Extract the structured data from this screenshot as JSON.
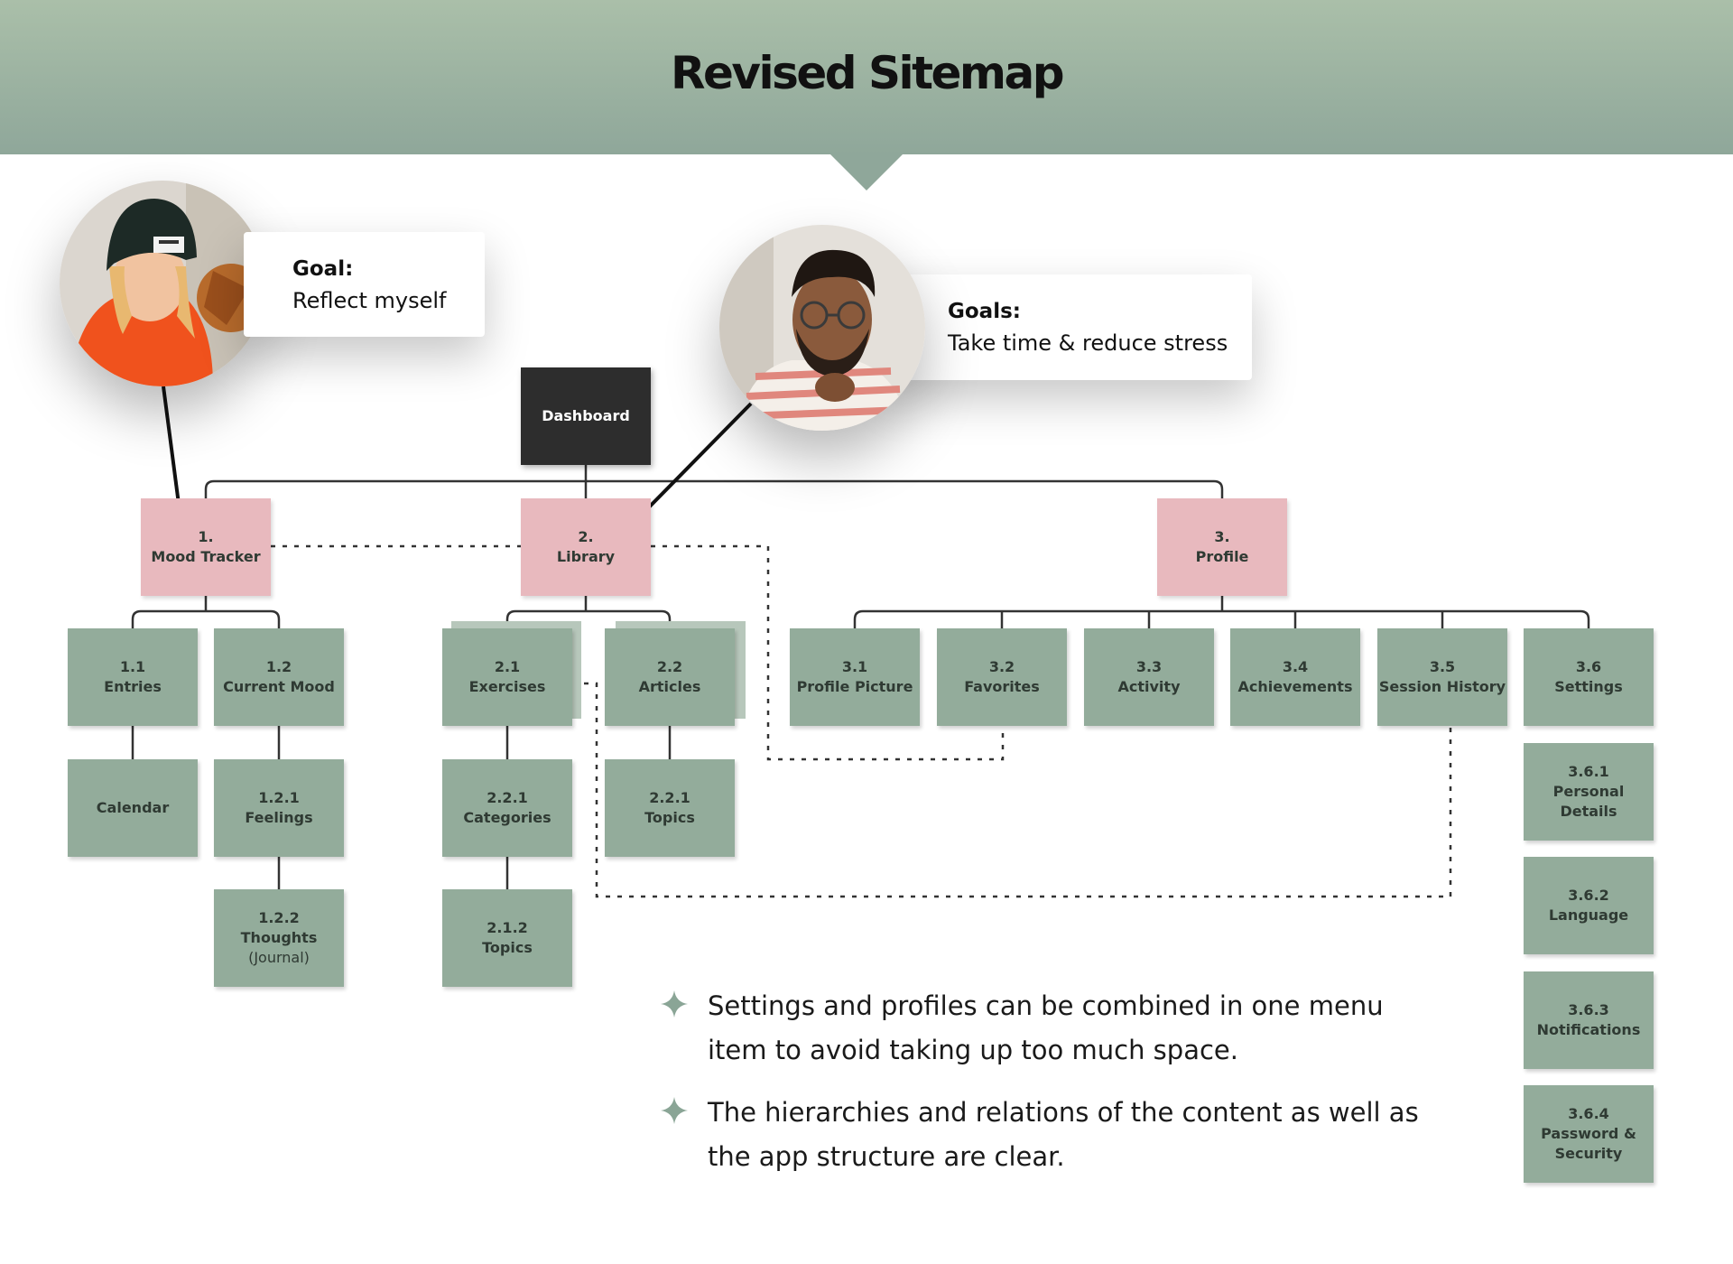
{
  "title": "Revised Sitemap",
  "colors": {
    "header": "#9cb2a0",
    "node_green": "#93ac9b",
    "node_pink": "#e8b9be",
    "node_dark": "#2d2d2d"
  },
  "personas": [
    {
      "goal_label": "Goal:",
      "goal_text": "Reflect myself"
    },
    {
      "goal_label": "Goals:",
      "goal_text": "Take time & reduce stress"
    }
  ],
  "sitemap": {
    "root": {
      "label": "Dashboard"
    },
    "mood_tracker": {
      "number": "1.",
      "label": "Mood Tracker",
      "entries": {
        "number": "1.1",
        "label": "Entries"
      },
      "calendar": {
        "label": "Calendar"
      },
      "current_mood": {
        "number": "1.2",
        "label": "Current Mood"
      },
      "feelings": {
        "number": "1.2.1",
        "label": "Feelings"
      },
      "thoughts": {
        "number": "1.2.2",
        "label": "Thoughts",
        "sublabel": "(Journal)"
      }
    },
    "library": {
      "number": "2.",
      "label": "Library",
      "exercises": {
        "number": "2.1",
        "label": "Exercises"
      },
      "exercise_categories": {
        "number": "2.2.1",
        "label": "Categories"
      },
      "exercise_topics": {
        "number": "2.1.2",
        "label": "Topics"
      },
      "articles": {
        "number": "2.2",
        "label": "Articles"
      },
      "article_topics": {
        "number": "2.2.1",
        "label": "Topics"
      }
    },
    "profile": {
      "number": "3.",
      "label": "Profile",
      "profile_picture": {
        "number": "3.1",
        "label": "Profile Picture"
      },
      "favorites": {
        "number": "3.2",
        "label": "Favorites"
      },
      "activity": {
        "number": "3.3",
        "label": "Activity"
      },
      "achievements": {
        "number": "3.4",
        "label": "Achievements"
      },
      "session_history": {
        "number": "3.5",
        "label": "Session History"
      },
      "settings": {
        "number": "3.6",
        "label": "Settings"
      },
      "personal_details": {
        "number": "3.6.1",
        "label": "Personal Details"
      },
      "language": {
        "number": "3.6.2",
        "label": "Language"
      },
      "notifications": {
        "number": "3.6.3",
        "label": "Notifications"
      },
      "password_security": {
        "number": "3.6.4",
        "label": "Password &",
        "label2": "Security"
      }
    }
  },
  "notes": [
    {
      "icon": "four-point-star-icon",
      "text": "Settings and profiles can be combined in one menu item to avoid taking up too much space."
    },
    {
      "icon": "four-point-star-icon",
      "text": "The hierarchies and relations of the content as well as the app structure are clear."
    }
  ]
}
